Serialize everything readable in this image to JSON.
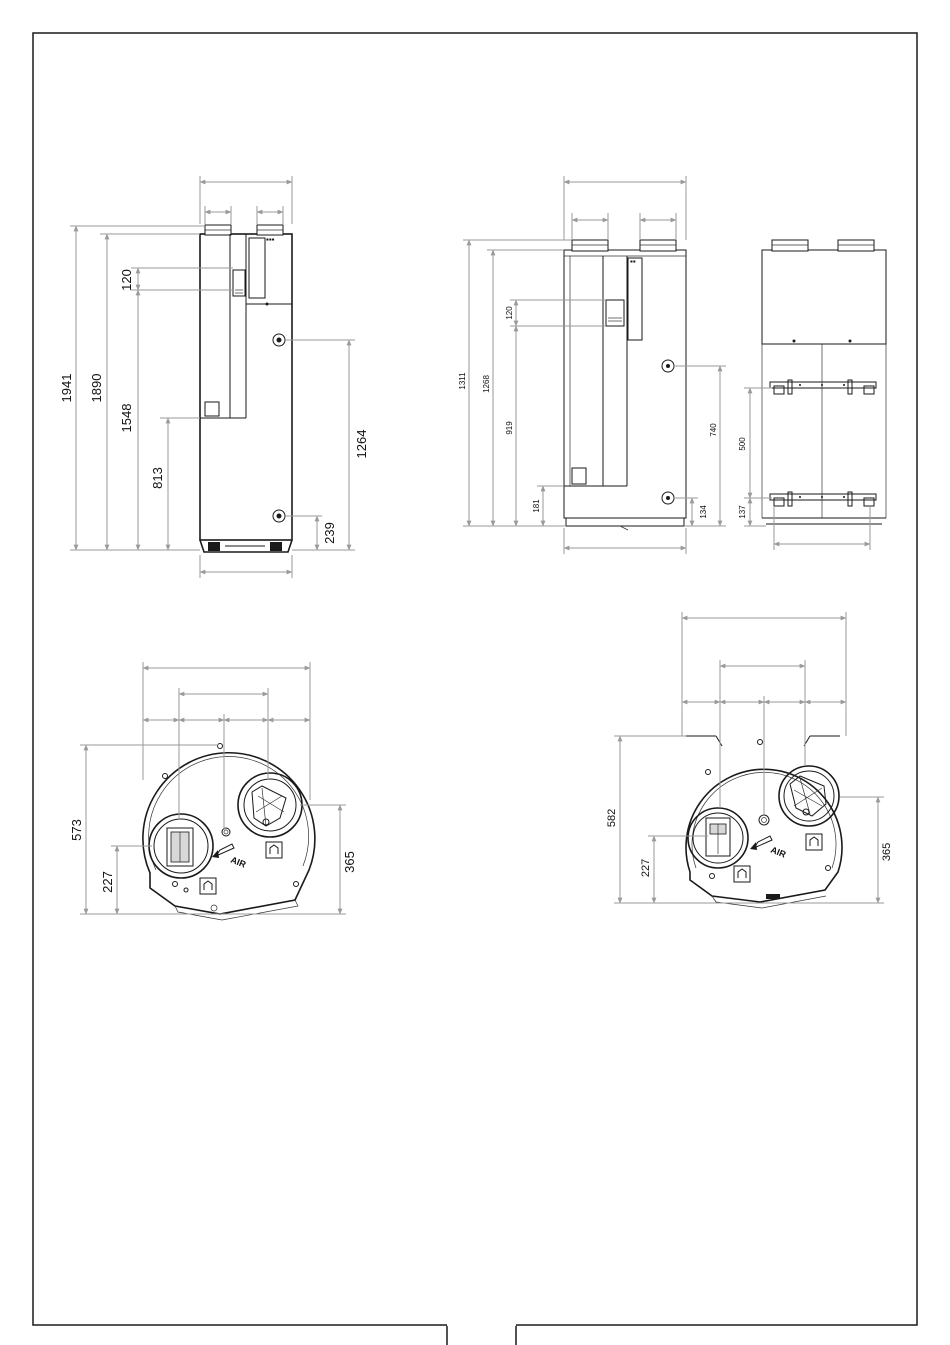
{
  "front_view_1": {
    "dimensions": {
      "d1941": "1941",
      "d1890": "1890",
      "d1548": "1548",
      "d813": "813",
      "d120": "120",
      "d1264": "1264",
      "d239": "239"
    }
  },
  "front_view_2": {
    "dimensions": {
      "d1311": "1311",
      "d1268": "1268",
      "d919": "919",
      "d181": "181",
      "d120": "120",
      "d740": "740",
      "d134": "134"
    }
  },
  "side_view_2": {
    "dimensions": {
      "d500": "500",
      "d137": "137"
    }
  },
  "top_view_1": {
    "dimensions": {
      "d573": "573",
      "d227": "227",
      "d365": "365"
    },
    "air_label": "AIR"
  },
  "top_view_2": {
    "dimensions": {
      "d582": "582",
      "d227": "227",
      "d365": "365"
    },
    "air_label": "AIR"
  },
  "colors": {
    "line": "#1a1a1a",
    "dimension_line": "#9a9a9a",
    "background": "#ffffff"
  }
}
